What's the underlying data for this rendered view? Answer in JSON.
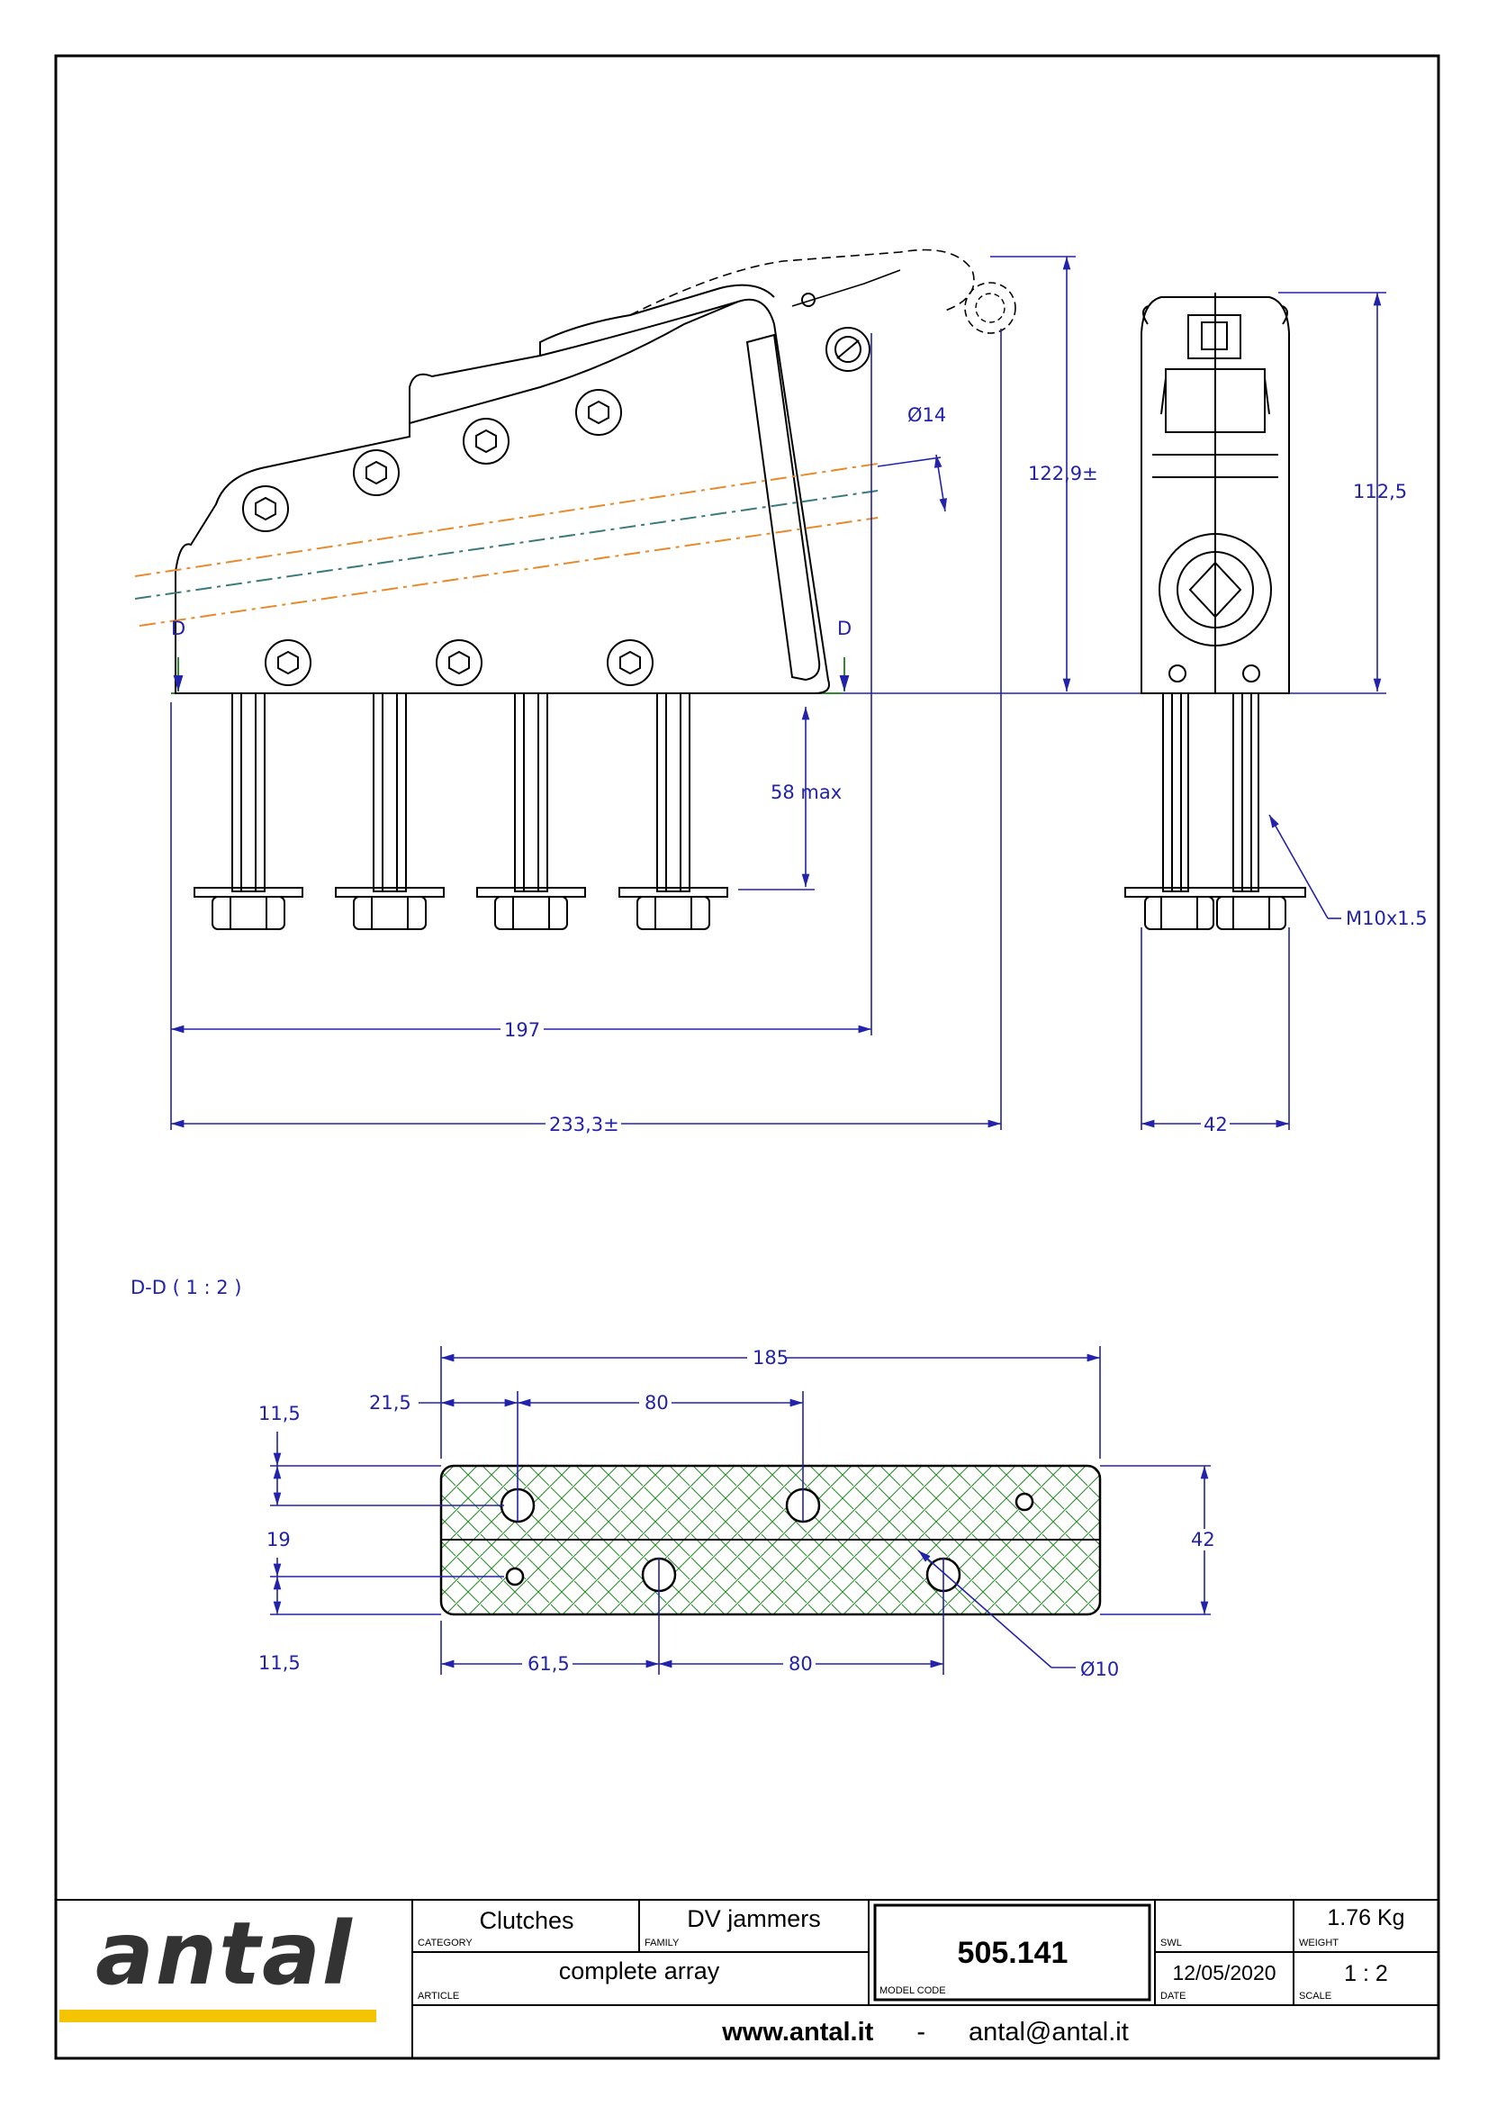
{
  "drawing": {
    "dims": {
      "d14": "Ø14",
      "h122": "122,9±",
      "h112": "112,5",
      "max58": "58 max",
      "m10": "M10x1.5",
      "w197": "197",
      "w233": "233,3±",
      "w42": "42",
      "sec_w185": "185",
      "sec_215": "21,5",
      "sec_80a": "80",
      "sec_115a": "11,5",
      "sec_19": "19",
      "sec_115b": "11,5",
      "sec_615": "61,5",
      "sec_80b": "80",
      "sec_d10": "Ø10",
      "sec_h42": "42"
    },
    "section_label": "D-D ( 1 : 2 )",
    "section_mark_left": "D",
    "section_mark_right": "D"
  },
  "title_block": {
    "logo_text": "antal",
    "category": {
      "value": "Clutches",
      "label": "CATEGORY"
    },
    "family": {
      "value": "DV jammers",
      "label": "FAMILY"
    },
    "article": {
      "value": "complete array",
      "label": "ARTICLE"
    },
    "model_code": {
      "value": "505.141",
      "label": "MODEL CODE"
    },
    "swl": {
      "value": "",
      "label": "SWL"
    },
    "weight": {
      "value": "1.76 Kg",
      "label": "WEIGHT"
    },
    "date": {
      "value": "12/05/2020",
      "label": "DATE"
    },
    "scale": {
      "value": "1 : 2",
      "label": "SCALE"
    },
    "website": "www.antal.it",
    "separator": "-",
    "email": "antal@antal.it"
  },
  "colors": {
    "dimension": "#2222aa",
    "hatch": "#2e8b2e",
    "logo_bar": "#f5c400",
    "orange_line": "#e8892a",
    "teal_line": "#3a7a7a"
  }
}
